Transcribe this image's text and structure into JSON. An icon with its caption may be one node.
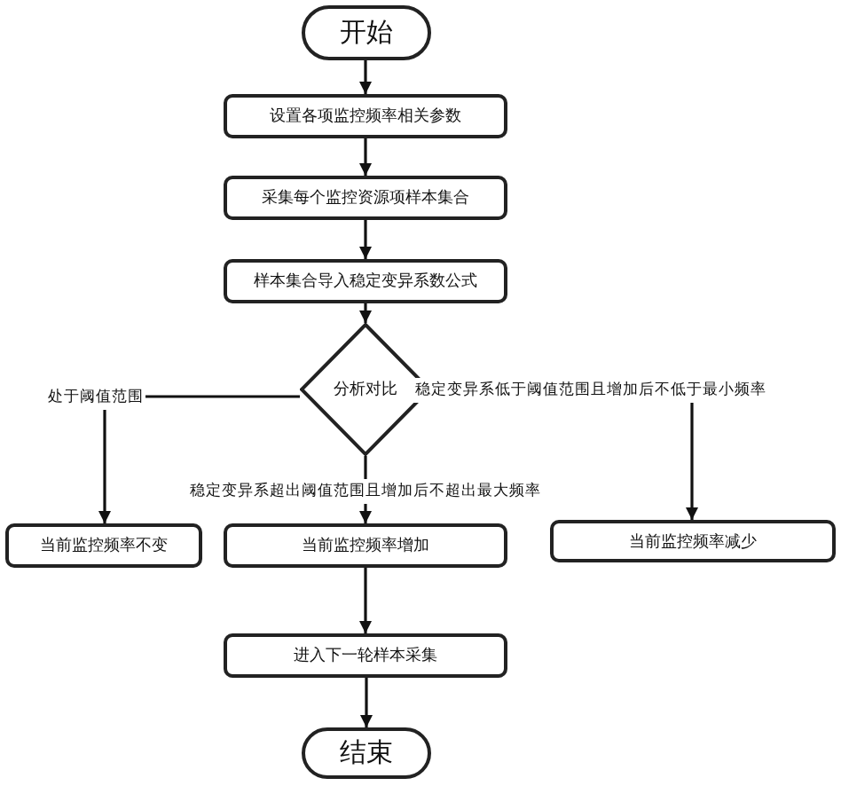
{
  "diagram": {
    "nodes": [
      {
        "text": [
          "开始"
        ]
      },
      {
        "text": [
          "设置各项监控频率相关参数"
        ]
      },
      {
        "text": [
          "采集每个监控资源项样本集合"
        ]
      },
      {
        "text": [
          "样本集合导入稳定变异系数公式"
        ]
      },
      {
        "text": [
          "分析对比"
        ]
      },
      {
        "text": [
          "当前监控频率不变"
        ]
      },
      {
        "text": [
          "当前监控频率增加"
        ]
      },
      {
        "text": [
          "当前监控频率减少"
        ]
      },
      {
        "text": [
          "进入下一轮样本采集"
        ]
      },
      {
        "text": [
          "结束"
        ]
      }
    ],
    "edges": [
      {
        "from": 0,
        "to": 1,
        "arrow": "to"
      },
      {
        "from": 1,
        "to": 2,
        "arrow": "to"
      },
      {
        "from": 2,
        "to": 3,
        "arrow": "to"
      },
      {
        "from": 3,
        "to": 4,
        "arrow": "to"
      },
      {
        "from": 4,
        "to": 5,
        "arrow": "to",
        "label": "处于阈值范围"
      },
      {
        "from": 4,
        "to": 6,
        "arrow": "to",
        "label": "稳定变异系超出阈值范围且增加后不超出最大频率"
      },
      {
        "from": 4,
        "to": 7,
        "arrow": "to",
        "label": "稳定变异系低于阈值范围且增加后不低于最小频率"
      },
      {
        "from": 6,
        "to": 8,
        "arrow": "to"
      },
      {
        "from": 8,
        "to": 9,
        "arrow": "to"
      }
    ]
  }
}
